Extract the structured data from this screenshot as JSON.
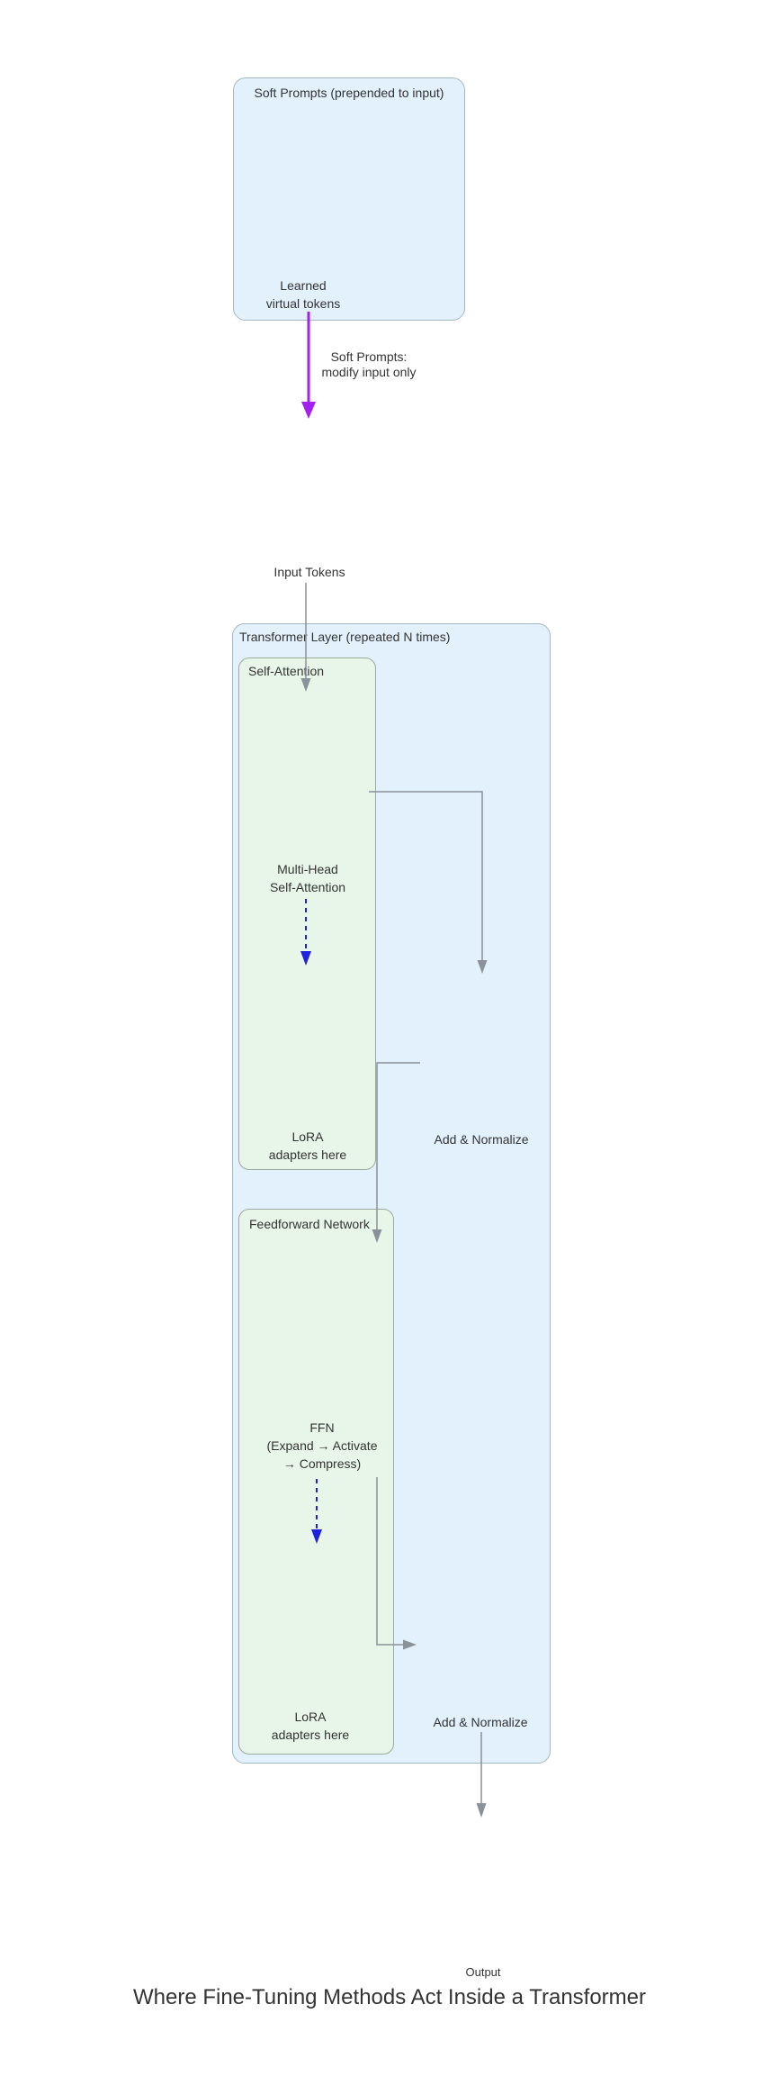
{
  "diagram_title": "Where Fine-Tuning Methods Act Inside a Transformer",
  "colors": {
    "container_fill": "#e2f1fb",
    "container_border": "#a3b8c2",
    "inner_fill": "#e8f5e9",
    "inner_border": "#9bab9b",
    "edge_gray": "#8a9199",
    "edge_purple": "#a322f0",
    "edge_blue_dashed": "#2020df",
    "text": "#333333"
  },
  "soft_prompts_box": {
    "title": "Soft Prompts (prepended to input)",
    "node_label": "Learned\nvirtual tokens"
  },
  "edge_labels": {
    "soft_prompts_effect": "Soft Prompts:\nmodify input only"
  },
  "input_label": "Input Tokens",
  "transformer_layer": {
    "title": "Transformer Layer (repeated N times)",
    "self_attention": {
      "title": "Self-Attention",
      "node_label": "Multi-Head\nSelf-Attention",
      "lora_label": "LoRA\nadapters here"
    },
    "add_normalize_1": "Add & Normalize",
    "feedforward": {
      "title": "Feedforward Network",
      "node_label": "FFN\n(Expand → Activate\n→ Compress)",
      "lora_label": "LoRA\nadapters here"
    },
    "add_normalize_2": "Add & Normalize"
  },
  "output_label": "Output"
}
